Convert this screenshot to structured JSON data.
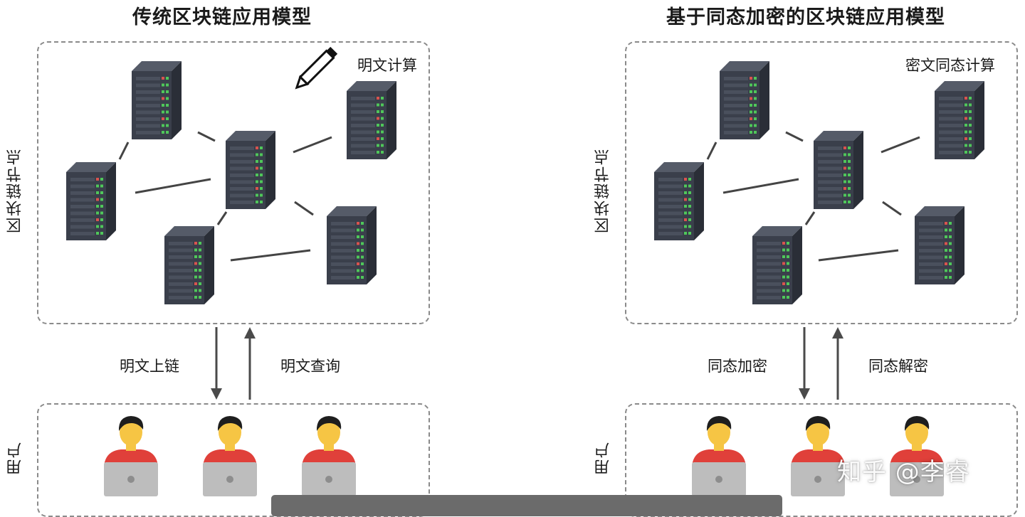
{
  "left": {
    "title": "传统区块链应用模型",
    "node_label": "区块链节点",
    "calc_label": "明文计算",
    "user_label": "用户",
    "arrow_down_label": "明文上链",
    "arrow_up_label": "明文查询"
  },
  "right": {
    "title": "基于同态加密的区块链应用模型",
    "node_label": "区块链节点",
    "calc_label": "密文同态计算",
    "user_label": "用户",
    "arrow_down_label": "同态加密",
    "arrow_up_label": "同态解密"
  },
  "watermark": "知乎 @李睿",
  "colors": {
    "server_front": "#3a3f4b",
    "server_side": "#2a2e37",
    "server_top": "#555b68",
    "led_green": "#4fc75a",
    "led_red": "#d9534f",
    "user_shirt": "#e0403a",
    "user_face": "#f6c544",
    "user_hair": "#1e1e1e",
    "laptop": "#bdbdbd",
    "dash": "#8a8a8a",
    "line": "#444444"
  },
  "icons": {
    "server": "server-rack-icon",
    "user": "user-laptop-icon",
    "pencil": "pencil-icon"
  }
}
